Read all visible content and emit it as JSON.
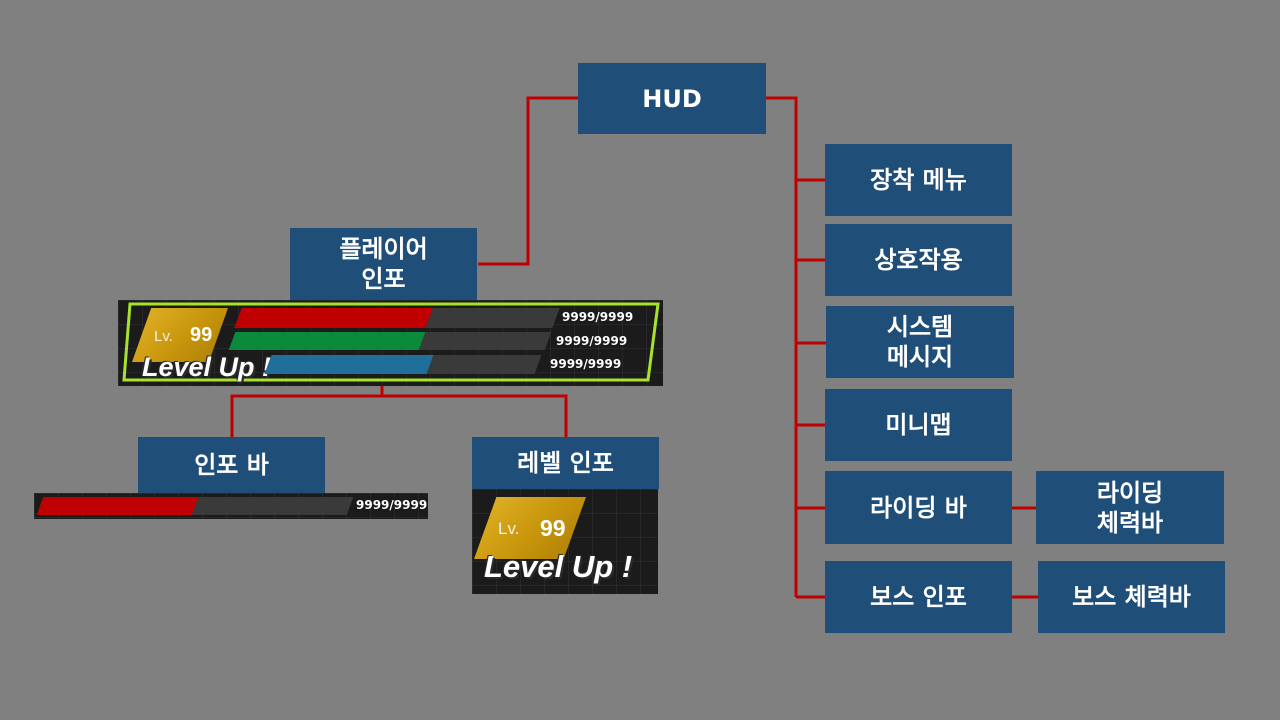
{
  "colors": {
    "node_bg": "#1f4e79",
    "connector": "#c00000",
    "hp_bar": "#c00000",
    "stamina_bar": "#0a8a3a",
    "mana_bar": "#1f6f9a",
    "panel_border": "#a6e22e",
    "badge_gold": "#d4a417"
  },
  "nodes": {
    "hud": "HUD",
    "player_info": "플레이어\n인포",
    "info_bar": "인포 바",
    "level_info": "레벨 인포",
    "equip_menu": "장착 메뉴",
    "interaction": "상호작용",
    "system_message": "시스템\n메시지",
    "minimap": "미니맵",
    "riding_bar": "라이딩 바",
    "riding_health_bar": "라이딩\n체력바",
    "boss_info": "보스 인포",
    "boss_health_bar": "보스 체력바"
  },
  "player_panel": {
    "level_prefix": "Lv.",
    "level": "99",
    "level_up_text": "Level Up !",
    "bars": [
      {
        "value_text": "9999/9999",
        "fill": 0.6
      },
      {
        "value_text": "9999/9999",
        "fill": 0.6
      },
      {
        "value_text": "9999/9999",
        "fill": 0.6
      }
    ]
  },
  "info_bar_preview": {
    "value_text": "9999/9999",
    "fill": 0.5
  },
  "level_preview": {
    "level_prefix": "Lv.",
    "level": "99",
    "level_up_text": "Level Up !"
  }
}
